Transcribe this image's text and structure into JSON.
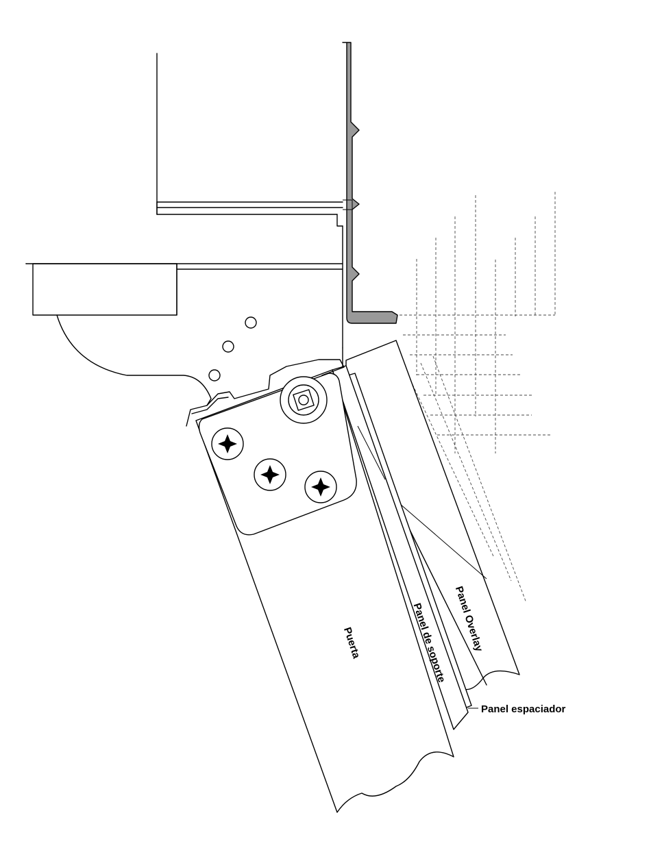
{
  "labels": {
    "door": "Puerta",
    "support_panel": "Panel de soporte",
    "overlay_panel": "Panel Overlay",
    "spacer_panel": "Panel espaciador"
  },
  "colors": {
    "line": "#000000",
    "bracket_fill": "#999999",
    "background": "#ffffff"
  }
}
